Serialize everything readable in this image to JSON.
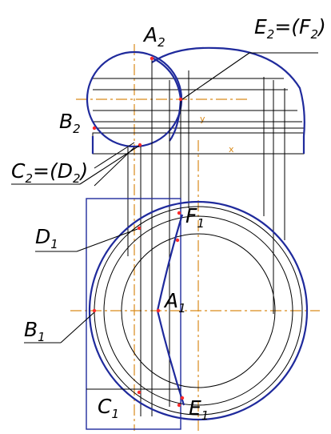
{
  "labels": {
    "A2": {
      "main": "A",
      "sub": "2"
    },
    "B2": {
      "main": "B",
      "sub": "2"
    },
    "E2F2": {
      "main": "E",
      "sub": "2",
      "mid": "=(F",
      "sub2": "2",
      "end": ")"
    },
    "C2D2": {
      "main": "C",
      "sub": "2",
      "mid": "=(D",
      "sub2": "2",
      "end": ")"
    },
    "D1": {
      "main": "D",
      "sub": "1"
    },
    "F1": {
      "main": "F",
      "sub": "1"
    },
    "A1": {
      "main": "A",
      "sub": "1"
    },
    "B1": {
      "main": "B",
      "sub": "1"
    },
    "C1": {
      "main": "C",
      "sub": "1"
    },
    "E1": {
      "main": "E",
      "sub": "1"
    }
  },
  "axes": {
    "x": "x",
    "y": "y"
  },
  "colors": {
    "curve": "#1f2a9c",
    "axis": "#d98a1a",
    "point": "#ff2a2a",
    "line": "#000000"
  }
}
